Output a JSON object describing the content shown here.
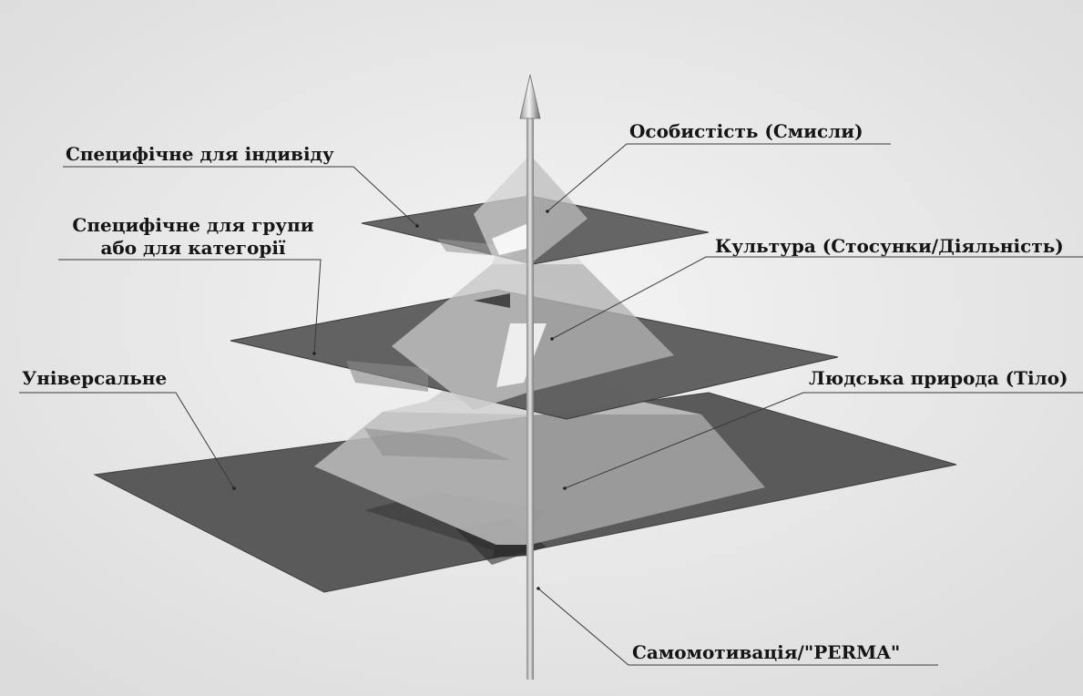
{
  "labels": {
    "personality": "Особистість (Смисли)",
    "individual_specific": "Специфічне для індивіду",
    "group_specific_line1": "Специфічне для групи",
    "group_specific_line2": "або для категорії",
    "culture": "Культура (Стосунки/Діяльність)",
    "universal": "Універсальне",
    "human_nature": "Людська природа (Тіло)",
    "self_motivation": "Самомотивація/\"PERMA\""
  }
}
